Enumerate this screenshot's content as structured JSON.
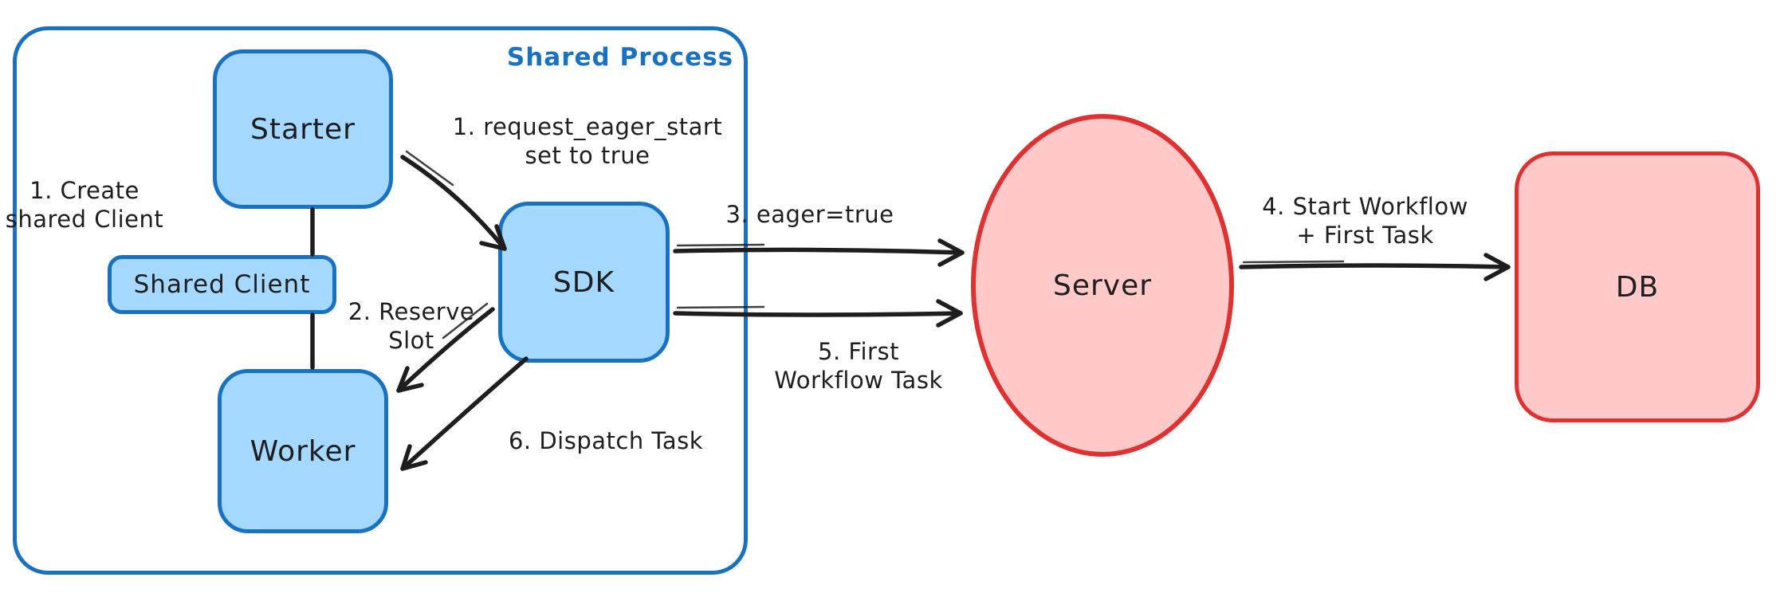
{
  "colors": {
    "background": "#ffffff",
    "blue_stroke": "#1971c2",
    "blue_fill": "#a5d8ff",
    "red_stroke": "#e03131",
    "red_fill": "#ffc9c9",
    "ink": "#1e1e1e"
  },
  "container": {
    "title": "Shared Process"
  },
  "nodes": {
    "starter": "Starter",
    "shared_client": "Shared Client",
    "worker": "Worker",
    "sdk": "SDK",
    "server": "Server",
    "db": "DB"
  },
  "labels": {
    "create_shared_client": "1. Create\nshared Client",
    "request_eager_start": "1. request_eager_start\nset to true",
    "reserve_slot": "2. Reserve\nSlot",
    "dispatch_task": "6. Dispatch Task",
    "eager_true": "3. eager=true",
    "first_workflow_task": "5. First\nWorkflow Task",
    "start_workflow_first_task": "4. Start Workflow\n+ First Task"
  },
  "edges": [
    {
      "from": "Starter",
      "to": "Shared Client",
      "label": "1. Create shared Client"
    },
    {
      "from": "Shared Client",
      "to": "Worker",
      "label": ""
    },
    {
      "from": "Starter",
      "to": "SDK",
      "label": "1. request_eager_start set to true"
    },
    {
      "from": "SDK",
      "to": "Worker",
      "label": "2. Reserve Slot"
    },
    {
      "from": "SDK",
      "to": "Server",
      "label": "3. eager=true"
    },
    {
      "from": "Server",
      "to": "DB",
      "label": "4. Start Workflow + First Task"
    },
    {
      "from": "SDK",
      "to": "Server",
      "label": "5. First Workflow Task"
    },
    {
      "from": "SDK",
      "to": "Worker",
      "label": "6. Dispatch Task"
    }
  ]
}
